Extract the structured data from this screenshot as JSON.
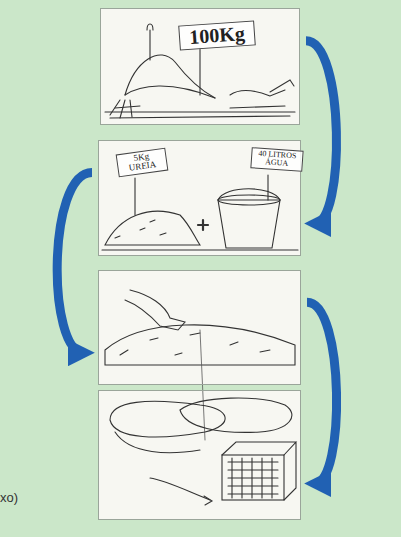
{
  "diagram": {
    "nodes": [
      {
        "text": [
          "100Kg"
        ]
      },
      {
        "text": [
          "5Kg UREIA",
          "40 LITROS ÁGUA"
        ]
      },
      {
        "text": []
      },
      {
        "text": []
      }
    ],
    "edges": [
      {
        "from": 0,
        "to": 1,
        "arrow": "to"
      },
      {
        "from": 1,
        "to": 2,
        "arrow": "to"
      },
      {
        "from": 2,
        "to": 3,
        "arrow": "to"
      }
    ],
    "labels": [
      "xo)"
    ]
  }
}
